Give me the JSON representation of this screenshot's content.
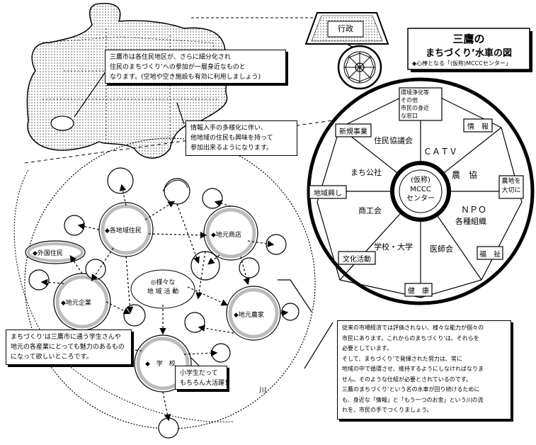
{
  "title": {
    "line1": "三鷹の",
    "line2": "まちづくり’水車の図",
    "note": "◆心棒となる「(仮称)MCCCセンター」"
  },
  "gyosei": "行政",
  "wheel": {
    "center": [
      "(仮称)",
      "MCCC",
      "センター"
    ],
    "rim": {
      "shinki": "新規事業",
      "kankyo": [
        "環境浄化等",
        "その他",
        "市民の身近",
        "な窓口"
      ],
      "joho": "情　報",
      "chiiki": "地域興し",
      "nochi": [
        "農地を",
        "大切に"
      ],
      "bunka": "文化活動",
      "fukushi": "福　祉",
      "kenko": "健　康"
    },
    "inner": {
      "jumin": "住民協議会",
      "catv": "ＣＡＴＶ",
      "machi": "まち公社",
      "nokyo": "農　協",
      "shoko": "商工会",
      "npo1": "ＮＰＯ",
      "npo2": "各種組織",
      "gakko": "学校・大学",
      "ishi": "医師会"
    }
  },
  "map": {
    "kakuchiiki": "◆各地域住民",
    "gaikoku": "◆外国住民",
    "shoten": "◆地元商店",
    "katsudo": [
      "◎様々な",
      "地 域 活 動"
    ],
    "kigyo": "◆地元企業",
    "noka": "◆地元農家",
    "gakko": "◆　学　校",
    "kawa": "川"
  },
  "notes": {
    "n1": [
      "三鷹市は各住民地区が、さらに細分化され",
      "住民のまちづくり’への参加が一層身近なものと",
      "なります。(空地や空き施設も有効に利用しましょう)"
    ],
    "n2": [
      "情報入手の多様化に伴い、",
      "他地域の住民も興味を持って",
      "参加出来るようになります。"
    ],
    "n3": [
      "まちづくり’は三鷹市に通う学生さんや",
      "地元の各産業にとっても魅力のあるもの",
      "になって欲しいところです。"
    ],
    "n4": [
      "小学生だって",
      "もちろん大活躍！"
    ],
    "n5": [
      "従来の市場経済では評価されない、様々な能力が個々の",
      "市民にあります。これからのまちづくり’は、それらを",
      "必要としています。",
      "そして、まちづくり’で発揮された努力は、常に",
      "地域の中で循環させ、維持するようにしなければなりま",
      "せん。そのような仕組が必要とされているのです。",
      "三鷹のまちづくり’という名の水車が回り続けるために",
      "も、身近な「情報」と「もう一つのお金」という川の流",
      "れを、市民の手でつくりましょう。"
    ]
  }
}
